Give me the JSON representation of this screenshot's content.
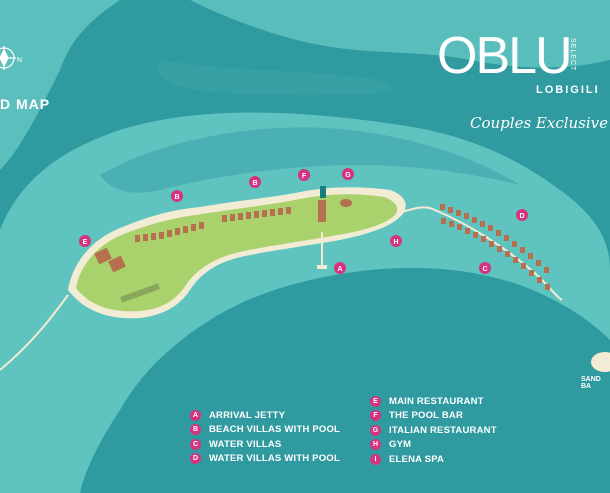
{
  "map": {
    "title": "D MAP",
    "compass_letter": "N"
  },
  "brand": {
    "name": "OBLU",
    "select": "SELECT",
    "sub": "LOBIGILI",
    "tagline": "Couples Exclusive"
  },
  "sandbank_label": "SAND BA",
  "markers": [
    {
      "letter": "A"
    },
    {
      "letter": "B"
    },
    {
      "letter": "B"
    },
    {
      "letter": "C"
    },
    {
      "letter": "D"
    },
    {
      "letter": "E"
    },
    {
      "letter": "F"
    },
    {
      "letter": "G"
    },
    {
      "letter": "H"
    }
  ],
  "legend_left": [
    {
      "letter": "A",
      "label": "ARRIVAL JETTY"
    },
    {
      "letter": "B",
      "label": "BEACH VILLAS WITH POOL"
    },
    {
      "letter": "C",
      "label": "WATER VILLAS"
    },
    {
      "letter": "D",
      "label": "WATER VILLAS WITH POOL"
    }
  ],
  "legend_right": [
    {
      "letter": "E",
      "label": "MAIN RESTAURANT"
    },
    {
      "letter": "F",
      "label": "THE POOL BAR"
    },
    {
      "letter": "G",
      "label": "ITALIAN RESTAURANT"
    },
    {
      "letter": "H",
      "label": "GYM"
    },
    {
      "letter": "I",
      "label": "ELENA SPA"
    }
  ],
  "colors": {
    "ocean_deep": "#2f9aa0",
    "lagoon": "#5fc3c0",
    "reef": "#4ab0b4",
    "island": "#a9d26d",
    "beach": "#f3ecd5",
    "marker": "#d6337f",
    "villa_roof": "#b5714f"
  }
}
